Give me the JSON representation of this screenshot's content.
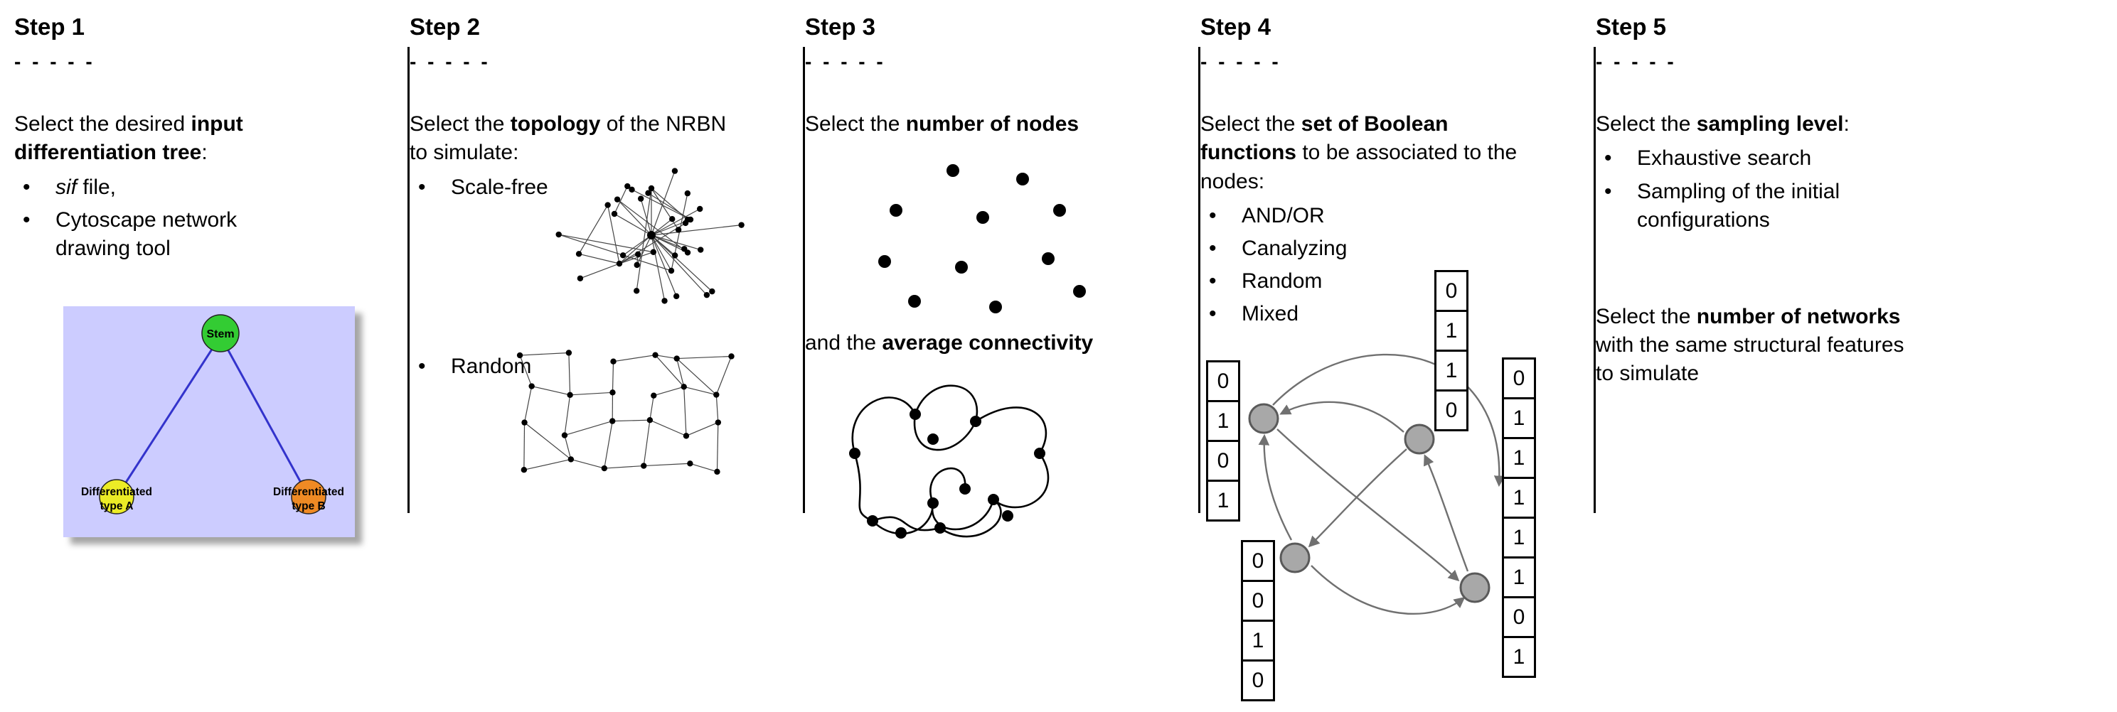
{
  "dashes": "- - - - -",
  "steps": {
    "s1": {
      "title": "Step 1",
      "intro": {
        "pre": "Select the desired ",
        "bold": "input differentiation tree",
        "post": ":"
      },
      "bullets": {
        "b1_italic": "sif",
        "b1_rest": " file,",
        "b2": "Cytoscape network drawing tool"
      },
      "tree": {
        "root": "Stem",
        "left_line1": "Differentiated",
        "left_line2": "type A",
        "right_line1": "Differentiated",
        "right_line2": "type B",
        "colors": {
          "background": "#ccccff",
          "root": "#33cc33",
          "left": "#ecec26",
          "right": "#ef8a24",
          "edge": "#3333cc"
        }
      }
    },
    "s2": {
      "title": "Step 2",
      "intro": {
        "pre": "Select the ",
        "bold": "topology",
        "post": " of the NRBN to simulate:"
      },
      "bullets": {
        "b1": "Scale-free",
        "b2": "Random"
      }
    },
    "s3": {
      "title": "Step 3",
      "intro": {
        "pre": "Select the ",
        "bold": "number of nodes",
        "post": ""
      },
      "mid": {
        "pre": "and the ",
        "bold": "average connectivity",
        "post": ""
      }
    },
    "s4": {
      "title": "Step 4",
      "intro": {
        "pre": "Select the ",
        "bold": "set of Boolean functions",
        "post": " to be associated to the nodes:"
      },
      "bullets": {
        "b1": "AND/OR",
        "b2": "Canalyzing",
        "b3": "Random",
        "b4": "Mixed"
      },
      "truth_tables": {
        "left": [
          "0",
          "1",
          "0",
          "1"
        ],
        "top": [
          "0",
          "1",
          "1",
          "0"
        ],
        "bottom_left": [
          "0",
          "0",
          "1",
          "0"
        ],
        "right": [
          "0",
          "1",
          "1",
          "1",
          "1",
          "1",
          "0",
          "1"
        ]
      }
    },
    "s5": {
      "title": "Step 5",
      "intro": {
        "pre": "Select the ",
        "bold": "sampling level",
        "post": ":"
      },
      "bullets": {
        "b1": "Exhaustive search",
        "b2": "Sampling of the initial configurations"
      },
      "second": {
        "pre": "Select the ",
        "bold": "number of networks",
        "post": " with the same structural features to simulate"
      }
    }
  }
}
